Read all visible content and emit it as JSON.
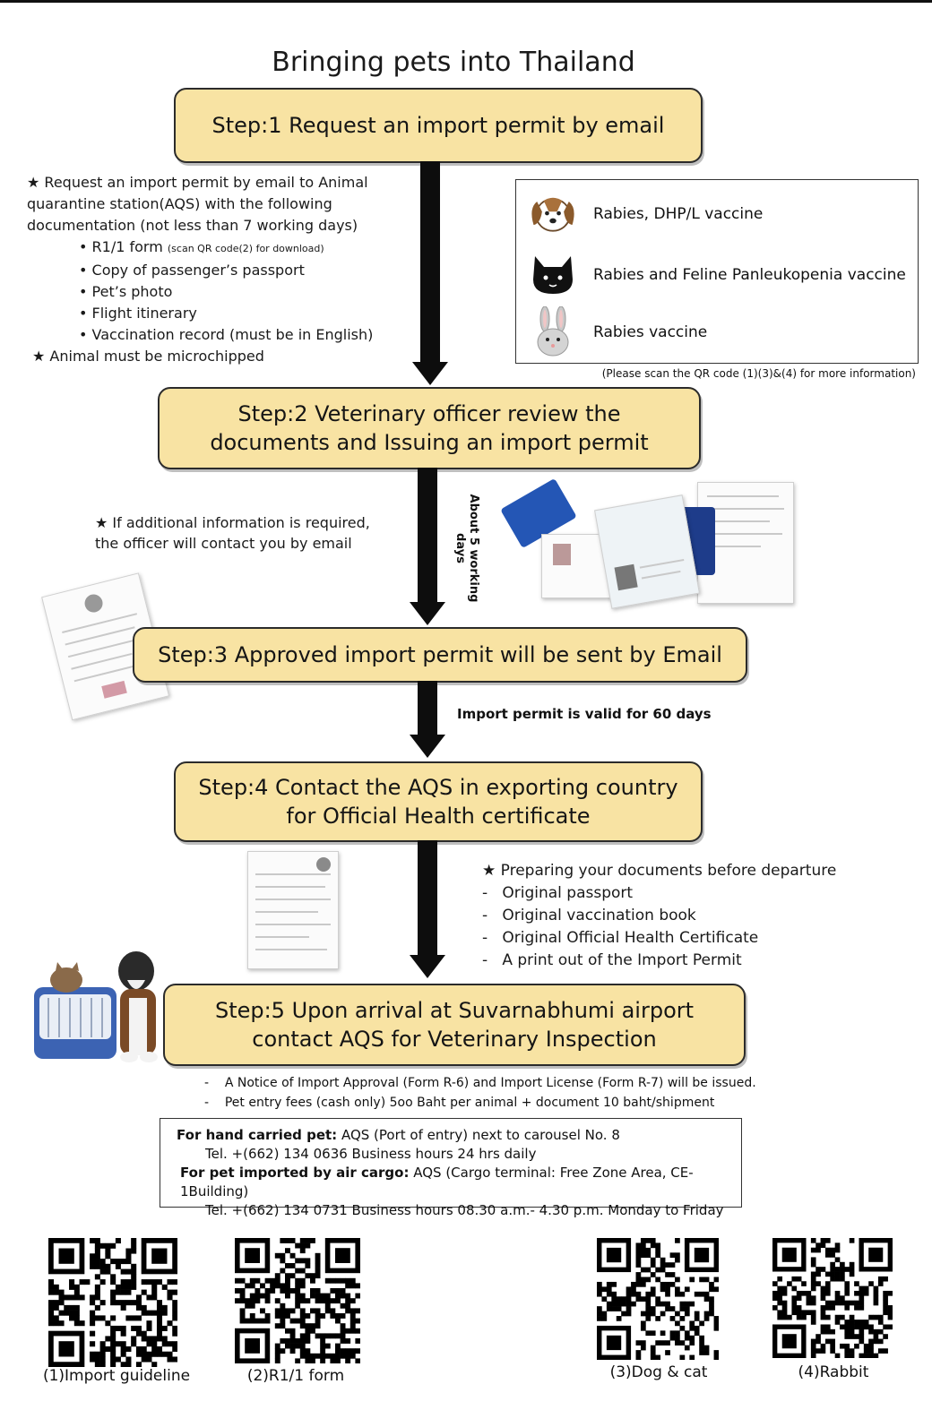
{
  "title": "Bringing pets into Thailand",
  "steps": {
    "s1": "Step:1 Request an import permit by email",
    "s2a": "Step:2 Veterinary officer review the",
    "s2b": "documents and Issuing an import permit",
    "s3": "Step:3 Approved import permit will be sent by Email",
    "s4a": "Step:4 Contact the AQS in exporting country",
    "s4b": "for Official Health certificate",
    "s5a": "Step:5 Upon arrival at Suvarnabhumi airport",
    "s5b": "contact AQS for Veterinary Inspection"
  },
  "step1_notes": {
    "l1": "★ Request an import permit by email to Animal",
    "l2": "quarantine station(AQS) with the following",
    "l3": "documentation (not less than 7 working days)",
    "items": [
      {
        "text": "R1/1 form",
        "note": "(scan QR code(2) for download)"
      },
      {
        "text": "Copy of passenger’s passport",
        "note": ""
      },
      {
        "text": "Pet’s photo",
        "note": ""
      },
      {
        "text": "Flight itinerary",
        "note": ""
      },
      {
        "text": "Vaccination record (must be in English)",
        "note": ""
      }
    ],
    "microchip": "★ Animal must be microchipped"
  },
  "vaccines": {
    "dog": "Rabies, DHP/L vaccine",
    "cat": "Rabies and Feline Panleukopenia  vaccine",
    "rabbit": "Rabies vaccine",
    "note": "(Please scan the QR code (1)(3)&(4) for more information)"
  },
  "step2_notes": {
    "l1": "★ If additional information is required,",
    "l2": "the officer will contact you by email",
    "duration": "About 5 working days"
  },
  "step3_notes": {
    "validity": "Import permit is valid for 60 days"
  },
  "step4_notes": {
    "header": "★ Preparing your documents before departure",
    "items": [
      "Original passport",
      "Original vaccination book",
      "Original Official Health Certificate",
      "A print out of the Import Permit"
    ]
  },
  "step5_notes": {
    "n1": "A Notice of Import Approval (Form R-6) and Import License (Form R-7) will be issued.",
    "n2": "Pet entry fees (cash only) 5oo Baht per animal + document 10 baht/shipment"
  },
  "contact": {
    "hand_label": "For hand carried pet:",
    "hand_text": " AQS (Port of entry) next to carousel No. 8",
    "hand_tel": "Tel. +(662) 134 0636  Business hours 24 hrs daily",
    "cargo_label": "For pet imported by air cargo:",
    "cargo_text": " AQS (Cargo terminal: Free Zone Area, CE-1Building)",
    "cargo_tel": "Tel. +(662) 134 0731 Business hours 08.30 a.m.- 4.30 p.m. Monday to Friday"
  },
  "qr_codes": [
    {
      "label": "(1)Import guideline"
    },
    {
      "label": "(2)R1/1 form"
    },
    {
      "label": "(3)Dog & cat"
    },
    {
      "label": "(4)Rabbit"
    }
  ],
  "colors": {
    "step_fill": "#f8e3a3",
    "arrow": "#0d0d0d"
  }
}
